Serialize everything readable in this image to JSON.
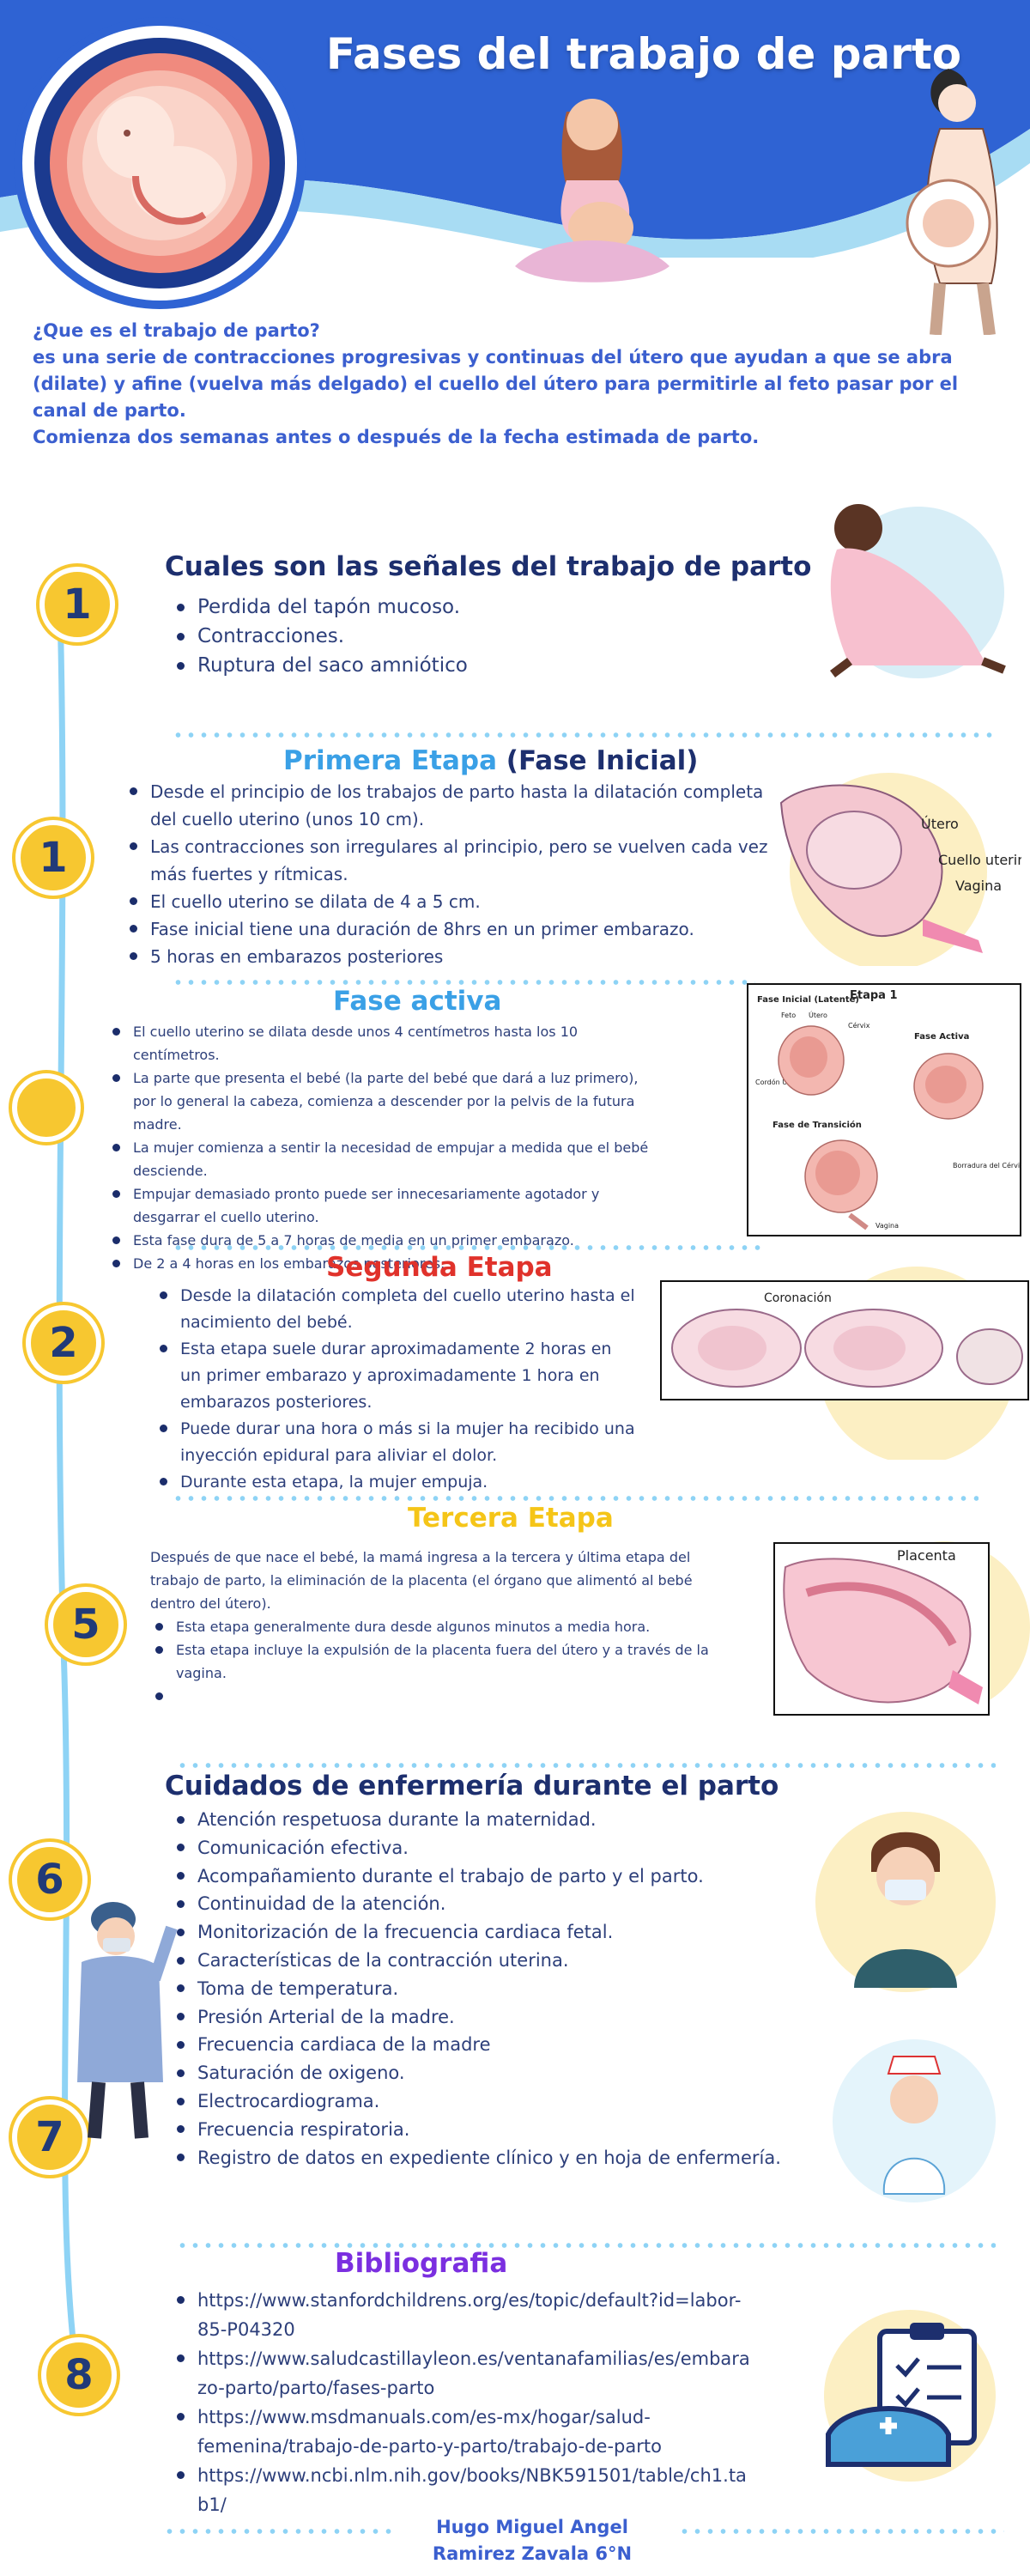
{
  "title": "Fases del trabajo de parto",
  "intro": {
    "question": "¿Que es el trabajo de parto?",
    "definition": "es una serie de contracciones progresivas y continuas del útero que ayudan a que se abra (dilate) y afine (vuelva más delgado) el cuello del útero para permitirle al feto pasar por el canal de parto.",
    "timing": "Comienza dos semanas antes o después de la fecha estimada de parto."
  },
  "colors": {
    "header_blue": "#2f63d3",
    "light_blue": "#a8dcf3",
    "yellow": "#f7c730",
    "navy": "#213a78",
    "sky": "#3aa0e6",
    "red": "#e0322b",
    "gold": "#f5c518",
    "purple": "#7b2fe0"
  },
  "sections": {
    "signs": {
      "number": "1",
      "heading": "Cuales son las señales del trabajo de parto",
      "items": [
        "Perdida del tapón mucoso.",
        "Contracciones.",
        "Ruptura del saco amniótico"
      ]
    },
    "first_stage": {
      "number": "1",
      "heading_main": "Primera Etapa",
      "heading_sub": "(Fase Inicial)",
      "items": [
        "Desde el principio de los trabajos de parto hasta la dilatación completa del cuello uterino (unos 10 cm).",
        "Las contracciones son irregulares al principio, pero se vuelven cada vez más fuertes y rítmicas.",
        "El cuello uterino se dilata de 4 a 5 cm.",
        "Fase inicial tiene una duración de 8hrs en un primer embarazo.",
        "5 horas en embarazos posteriores"
      ],
      "figure_labels": {
        "uterus": "Útero",
        "cervix": "Cuello uterino",
        "vagina": "Vagina"
      }
    },
    "active_phase": {
      "heading": "Fase activa",
      "items": [
        "El cuello uterino se dilata desde unos 4 centímetros hasta los 10 centímetros.",
        "La parte que presenta el bebé (la parte del bebé que dará a luz primero), por lo general la cabeza, comienza a descender por la pelvis de la futura madre.",
        "La mujer comienza a sentir la necesidad de empujar a medida que el bebé desciende.",
        "Empujar demasiado pronto puede ser innecesariamente agotador y desgarrar el cuello uterino.",
        "Esta fase dura de 5 a 7 horas de media en un primer embarazo.",
        "De 2 a 4 horas en los embarazos posteriores."
      ],
      "figure_labels": {
        "stage": "Etapa 1",
        "latent": "Fase Inicial (Latente)",
        "active": "Fase Activa",
        "transition": "Fase de Transición",
        "fetus": "Feto",
        "uterus": "Útero",
        "cervix": "Cérvix",
        "cervix_umbilical": "Cordón Umbilical",
        "vagina": "Vagina",
        "effacement": "Borradura del Cérvix"
      }
    },
    "second_stage": {
      "number": "2",
      "heading": "Segunda Etapa",
      "items": [
        "Desde la dilatación completa del cuello uterino hasta el nacimiento del bebé.",
        "Esta etapa suele durar aproximadamente 2 horas en un primer embarazo y aproximadamente 1 hora en embarazos posteriores.",
        "Puede durar una hora o más si la mujer ha recibido una inyección epidural para aliviar el dolor.",
        "Durante esta etapa, la mujer empuja."
      ],
      "figure_labels": {
        "crowning": "Coronación"
      }
    },
    "third_stage": {
      "number": "5",
      "heading": "Tercera Etapa",
      "intro": "Después de que nace el bebé, la mamá ingresa a la tercera y última etapa del trabajo de parto, la eliminación de la placenta (el órgano que alimentó al bebé dentro del útero).",
      "items": [
        "Esta etapa generalmente dura desde algunos minutos a media hora.",
        "Esta etapa incluye la expulsión de la placenta fuera del útero y a través de la vagina.",
        ""
      ],
      "figure_labels": {
        "placenta": "Placenta"
      }
    },
    "care": {
      "numbers": [
        "6",
        "7"
      ],
      "heading": "Cuidados de enfermería durante el parto",
      "items": [
        "Atención respetuosa durante la maternidad.",
        "Comunicación efectiva.",
        "Acompañamiento durante el trabajo de parto y el parto.",
        "Continuidad de la atención.",
        "Monitorización de la frecuencia cardiaca fetal.",
        "Características de la contracción uterina.",
        "Toma de temperatura.",
        "Presión Arterial de la madre.",
        "Frecuencia cardiaca de la madre",
        "Saturación de oxigeno.",
        "Electrocardiograma.",
        "Frecuencia respiratoria.",
        "Registro de datos en expediente clínico y en hoja de enfermería."
      ]
    },
    "bibliography": {
      "number": "8",
      "heading": "Bibliografia",
      "items": [
        "https://www.stanfordchildrens.org/es/topic/default?id=labor-85-P04320",
        "https://www.saludcastillayleon.es/ventanafamilias/es/embarazo-parto/parto/fases-parto",
        "https://www.msdmanuals.com/es-mx/hogar/salud-femenina/trabajo-de-parto-y-parto/trabajo-de-parto",
        "https://www.ncbi.nlm.nih.gov/books/NBK591501/table/ch1.tab1/"
      ]
    }
  },
  "author": {
    "line1": "Hugo Miguel Angel",
    "line2": "Ramirez Zavala 6°N"
  },
  "icons": [
    "fetus-in-womb-illustration",
    "pregnant-woman-sitting-illustration",
    "pregnant-woman-standing-illustration",
    "woman-in-labor-illustration",
    "nurse-with-mask-illustration",
    "surgeon-illustration",
    "nurse-with-cap-illustration",
    "clipboard-nurse-cap-icon"
  ]
}
